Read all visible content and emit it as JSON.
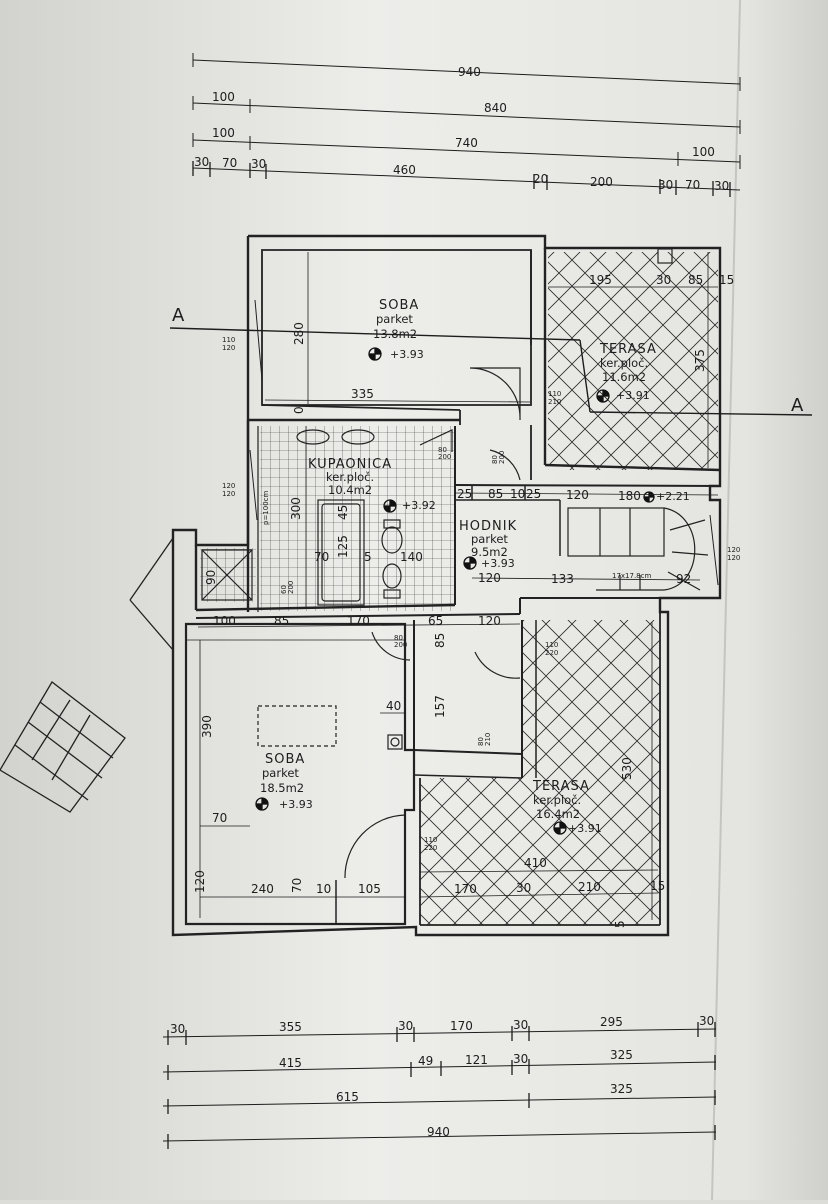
{
  "colors": {
    "paper": "#e9e9e5",
    "paper_dark": "#d5d5d1",
    "ink": "#1d1d1d",
    "wall": "#222222"
  },
  "section_marker": {
    "left": "A",
    "right": "A"
  },
  "rooms": [
    {
      "id": "soba-top",
      "name": "SOBA",
      "floor": "parket",
      "area": "13.8m2",
      "level": "+3.93"
    },
    {
      "id": "terasa-top",
      "name": "TERASA",
      "floor": "ker.ploč.",
      "area": "11.6m2",
      "level": "+3.91"
    },
    {
      "id": "kupaonica",
      "name": "KUPAONICA",
      "floor": "ker.ploč.",
      "area": "10.4m2",
      "level": "+3.92"
    },
    {
      "id": "hodnik",
      "name": "HODNIK",
      "floor": "parket",
      "area": "9.5m2",
      "level": "+3.93"
    },
    {
      "id": "soba-bottom",
      "name": "SOBA",
      "floor": "parket",
      "area": "18.5m2",
      "level": "+3.93"
    },
    {
      "id": "terasa-bottom",
      "name": "TERASA",
      "floor": "ker.ploč.",
      "area": "16.4m2",
      "level": "+3.91"
    }
  ],
  "stair_level": "+2.21",
  "top_dims": {
    "row1": [
      "940"
    ],
    "row2": [
      "100",
      "840"
    ],
    "row3": [
      "100",
      "740",
      "100"
    ],
    "row4": [
      "30",
      "70",
      "30",
      "460",
      "20",
      "200",
      "30",
      "70",
      "30"
    ]
  },
  "bottom_dims": {
    "row1": [
      "30",
      "355",
      "30",
      "170",
      "30",
      "295",
      "30"
    ],
    "row2": [
      "415",
      "49",
      "121",
      "30",
      "325"
    ],
    "row3": [
      "615",
      "325"
    ],
    "row4": [
      "940"
    ]
  },
  "inner_dims": {
    "top_soba_width": "335",
    "top_soba_height": "280",
    "top_soba_zero": "0",
    "terasa_top_width": "195",
    "terasa_top_gap": "30",
    "terasa_top_85": "85",
    "terasa_top_15": "15",
    "terasa_top_height": "375",
    "bath_height": "300",
    "bath_45": "45",
    "bath_125": "125",
    "bath_70": "70",
    "bath_5": "5",
    "bath_140": "140",
    "shower_90": "90",
    "hod_25a": "25",
    "hod_85": "85",
    "hod_10": "10",
    "hod_25b": "25",
    "hod_120a": "120",
    "hod_180": "180",
    "hod_120b": "120",
    "hod_133": "133",
    "hod_92": "92",
    "low_100": "100",
    "low_85": "85",
    "low_170": "170",
    "low_65": "65",
    "low_120": "120",
    "low_85v": "85",
    "low_157": "157",
    "low_40": "40",
    "soba_390": "390",
    "soba_70": "70",
    "soba_120": "120",
    "soba_240": "240",
    "soba_70b": "70",
    "soba_10": "10",
    "soba_105": "105",
    "ter_530": "530",
    "ter_410": "410",
    "ter_170": "170",
    "ter_30": "30",
    "ter_210": "210",
    "ter_15": "15",
    "ter_5": "5"
  },
  "door_tags": {
    "left_window": [
      "110",
      "120"
    ],
    "left_window2": [
      "120",
      "120"
    ],
    "bath_door": [
      "80",
      "200"
    ],
    "hod_door": [
      "80",
      "200"
    ],
    "terrace_door": [
      "110",
      "210"
    ],
    "right_window": [
      "120",
      "120"
    ],
    "low_door1": [
      "80",
      "200"
    ],
    "low_door2": [
      "110",
      "220"
    ],
    "low_door3": [
      "110",
      "220"
    ],
    "shower_door": [
      "60",
      "200"
    ],
    "stair_win": [
      "80",
      "210"
    ],
    "bath_window": "p=100cm",
    "stair_run": "17x17.8cm"
  }
}
